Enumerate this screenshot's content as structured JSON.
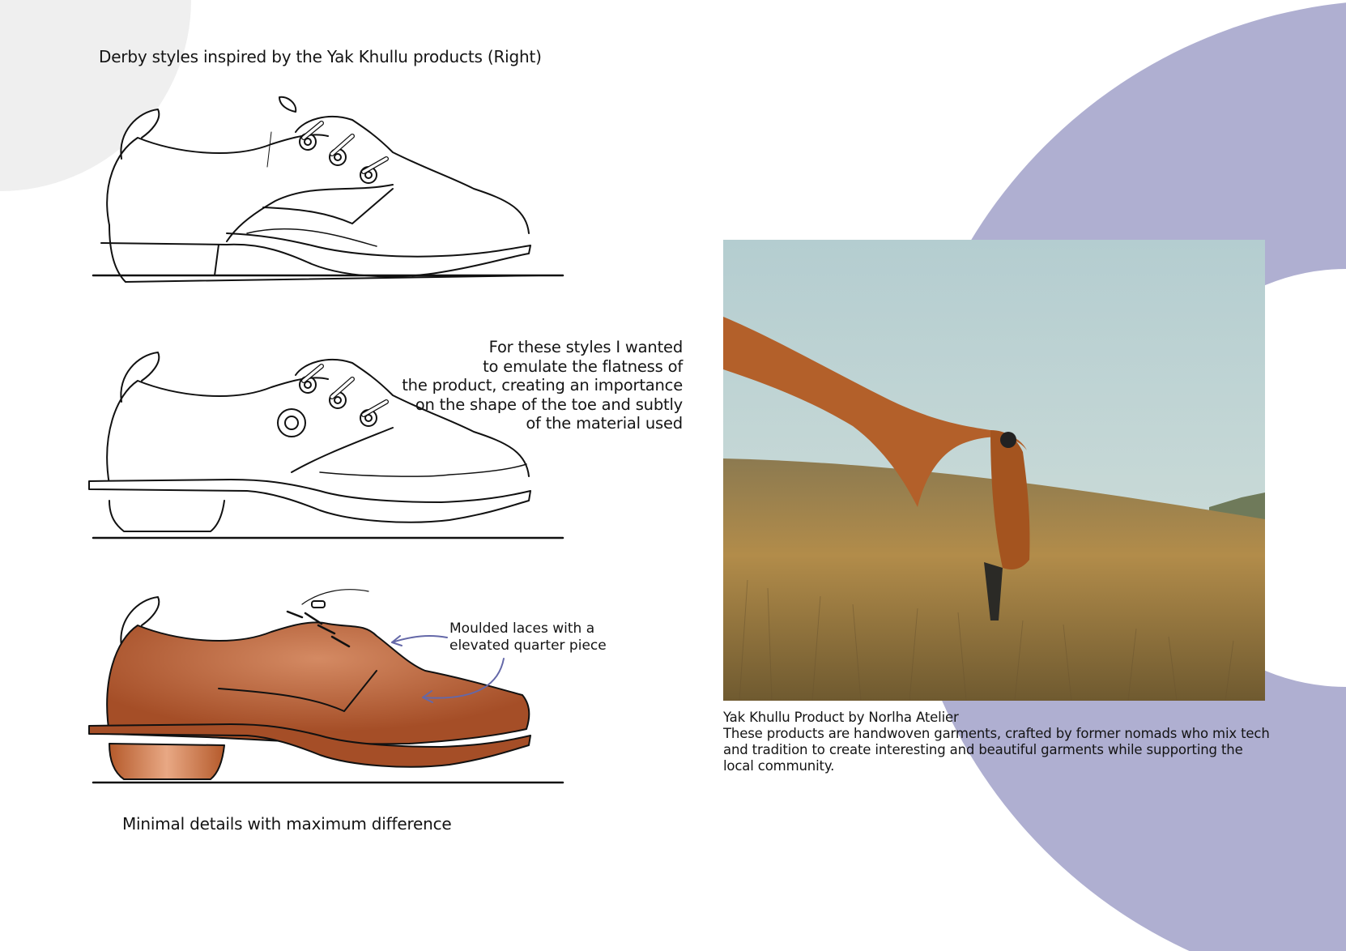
{
  "heading": "Derby styles inspired by the Yak Khullu products (Right)",
  "intent_lines": [
    "For these styles I wanted",
    "to emulate the flatness of",
    "the product, creating an importance",
    "on the shape of the toe and subtly",
    "of the material used"
  ],
  "callout_lines": [
    "Moulded laces with a",
    "elevated quarter piece"
  ],
  "subtitle": "Minimal details with maximum difference",
  "caption": {
    "title": "Yak Khullu Product by Norlha Atelier",
    "lines": [
      "These products are handwoven garments, crafted by former nomads who mix tech",
      "and tradition to create interesting and beautiful garments while supporting the",
      "local community."
    ]
  },
  "colors": {
    "accent_lavender": "#afafd1",
    "leather": "#a54e27",
    "sky": "#c3d8d9",
    "grass": "#b28c4a",
    "cloth": "#b3602a",
    "arrow": "#6468a8"
  }
}
